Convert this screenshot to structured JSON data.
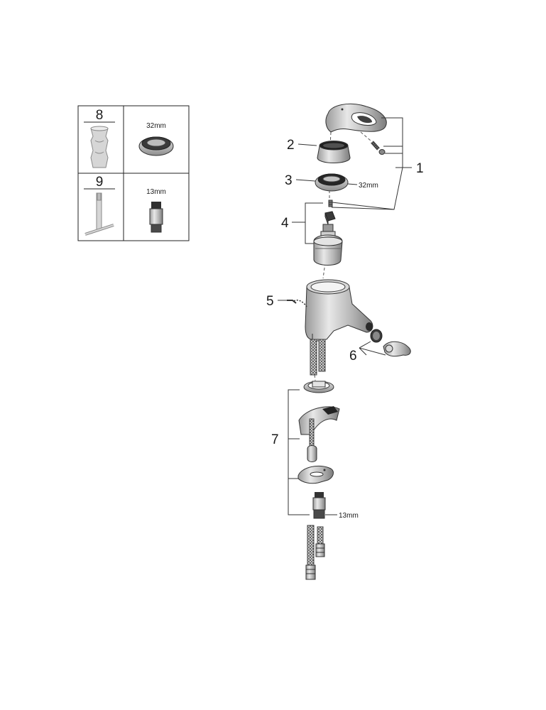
{
  "tools_table": {
    "row1": {
      "tool_number": "8",
      "size": "32mm"
    },
    "row2": {
      "tool_number": "9",
      "size": "13mm"
    }
  },
  "callouts": {
    "c1": "1",
    "c2": "2",
    "c3": "3",
    "c4": "4",
    "c5": "5",
    "c6": "6",
    "c7": "7"
  },
  "dimensions": {
    "ring_size": "32mm",
    "shank_size": "13mm"
  },
  "colors": {
    "line": "#333333",
    "body_grey": "#c8c8c8",
    "dark_grey": "#555555"
  }
}
